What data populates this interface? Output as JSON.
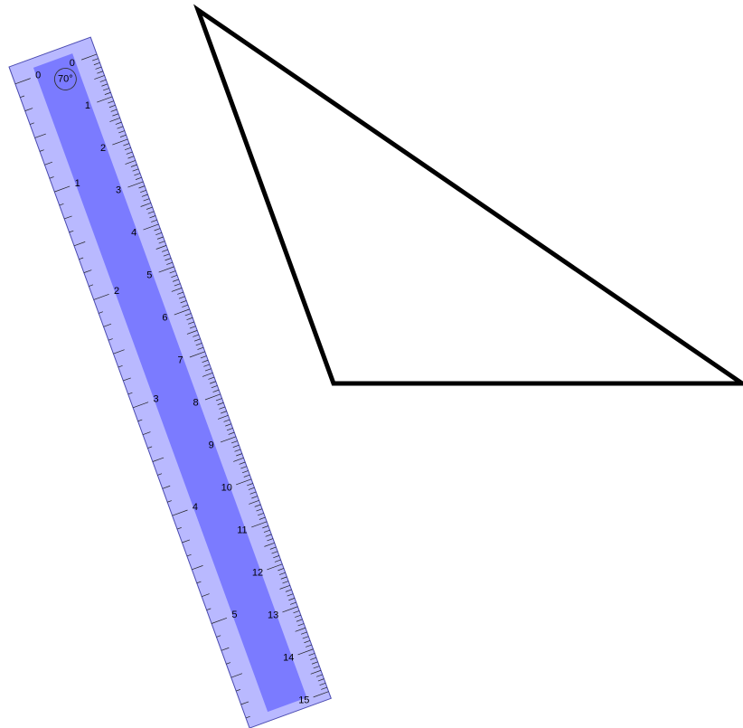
{
  "ruler": {
    "angle_label": "70°",
    "cm_labels": [
      "0",
      "1",
      "2",
      "3",
      "4",
      "5",
      "6",
      "7",
      "8",
      "9",
      "10",
      "11",
      "12",
      "13",
      "14",
      "15"
    ],
    "inch_labels": [
      "0",
      "1",
      "2",
      "3",
      "4",
      "5"
    ],
    "colors": {
      "body": "#7b7bff",
      "edge": "#b9b9ff",
      "border": "#4a4ab0"
    }
  },
  "triangle": {
    "stroke_color": "#000000",
    "fill_color": "#ffffff"
  }
}
